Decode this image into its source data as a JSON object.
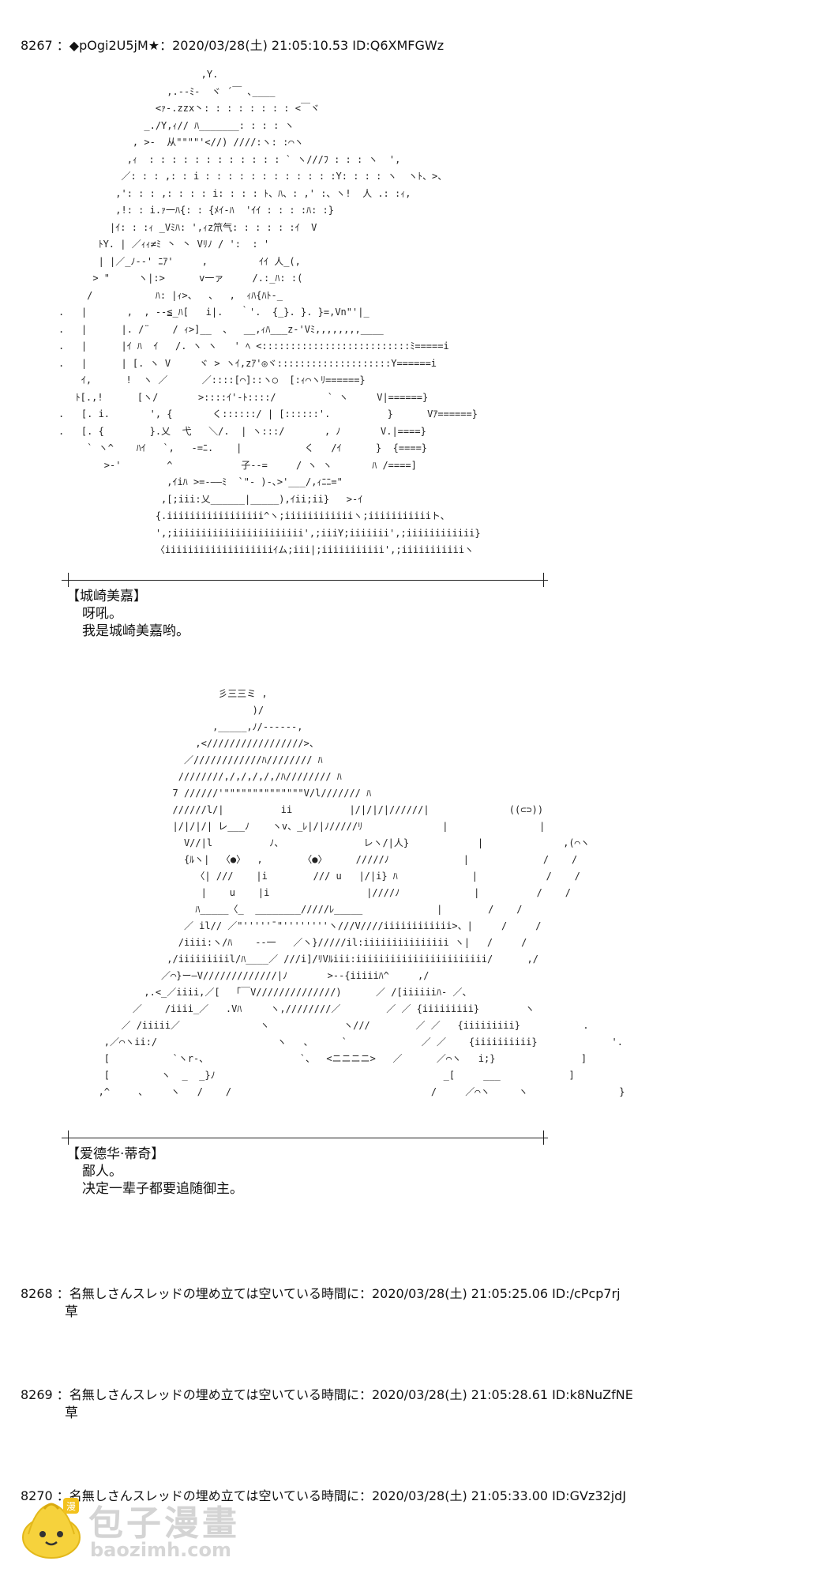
{
  "posts": [
    {
      "header": "8267 ：◆pOgi2U5jM★：2020/03/28(土) 21:05:10.53 ID:Q6XMFGWz",
      "art": [
        "                         ,Y.",
        "                   ,.--ﾐ-  ヾ ´￣ ､____",
        "                 <ｧ-.zzx丶: : : : : : : : <￣ヾ",
        "               _./Y,ｨ// ﾊ_______: : : : ヽ",
        "             , >-  从\"\"\"\"'<//) ////:ヽ: :⌒ヽ",
        "            ,ｨ  : : : : : : : : : : : : ` ヽ///ﾌ : : : ヽ  ',",
        "           ／: : : ,: : i : : : : : : : : : : : :Y: : : : ヽ  ヽﾄ、>、",
        "          ,': : : ,: : : : i: : : : ﾄ、ﾊ、: ,' :、ヽ!  人 .: :ｨ,",
        "          ,!: : i.ｧ一ﾊ{: : {ﾒｲ-ﾊ  'ｲｲ : : : :ﾊ: :}",
        "         |ｲ: : :ｨ _Vﾐﾊ: ',ｨz笊气: : : : : :ｲ  V",
        "       ﾄY. | ／ｨｨ≠ﾐ 丶 丶 Vﾘﾉ / ':  : '",
        "       | |／_ﾉ-‐' ﾆｱ'     ,         ｲｲ 人_(,",
        "      > \"     ヽ|:>      v一ァ     /.:_ﾊ: :(",
        "     /           ﾊ: |ｨ>、  、  ,  ｨﾊ{ﾊﾄ-_",
        ".   |       ,  , -‐≦_ﾊ[   i|.   ｀'.  {_}. }. }=,Vn\"'|_",
        ".   |      |. /¨    / ｨ>]__  、  __,ｨﾊ___z-'Vﾐ,,,,,,,,____",
        ".   |      |ｲ ﾊ  ｲ   /. ヽ ヽ   ' ﾍ <::::::::::::::::::::::::::ﾐ=====i",
        ".   |      | [. ヽ V     ヾ > ヽｲ,zｱ'◎ヾ::::::::::::::::::::Y======i",
        "    ｲ,      !  ヽ ／      ／::::[⌒]::ヽ○  [:ｨ⌒ヽﾘ======}",
        "   ﾄ[.,!      [ヽ/       >::::ｲ'-ﾄ::::/         ` ヽ     V|======}",
        ".   [. i.       ', {       く::::::/ | [::::::'.          }      Vｱ======}",
        ".   [. {        }.乂  弋   ＼/.  | ヽ:::/       , ﾉ       V.|====}",
        "     ` ヽ^    ﾊｲ   `,   -=ﾆ.    |           く   /ｲ      }  {====}",
        "        >-'        ^            子-‐=     / ヽ ヽ       ﾊ /====]",
        "                   ,ｲiﾊ >=‐――ﾐ  `\"‐ )-､>'___/,ｨﾆﾆ=\"",
        "                  ,[;iii:乂______|_____),ｲii;ii}   >-ｲ",
        "                 {.iiiiiiiiiiiiiiiii^ヽ;iiiiiiiiiiiiヽ;iiiiiiiiiiiト、",
        "                 ',;iiiiiiiiiiiiiiiiiiiiiii',;iiiY;iiiiiii',;iiiiiiiiiiii}",
        "                 〈iiiiiiiiiiiiiiiiiiiｲム;iii|;iiiiiiiiiii',;iiiiiiiiiiiヽ"
      ],
      "caption_name": "【城崎美嘉】",
      "caption_lines": [
        "呀吼。",
        "我是城崎美嘉哟。"
      ]
    },
    {
      "art": [
        "                            彡三三ミ ,",
        "                                  )/",
        "                           ,_____,ﾉ/‐-----,",
        "                        ,</////////////////>、",
        "                      ／////////////ﾊ//////// ﾊ",
        "                     ////////,/,/,/,/,/ﾊ//////// ﾊ",
        "                    7 //////'\"\"\"\"\"\"\"\"\"\"\"\"\"\"V/l/////// ﾊ",
        "                    //////l/|          ii          |/|/|/|//////|              ((⊂⊃))",
        "                    |/|/|/| レ___ﾉ    ヽv、_ﾚ|/|ﾉ/////ﾘ              |                |",
        "                      V//|l          ﾉ、              レヽ/|人}            |              ,(⌒ヽ",
        "                      {ﾙヽ|  〈●〉  ,       〈●〉     /////ﾉ             |             /    /",
        "                        〈| ///    |i        /// u   |/|i} ﾊ             |            /    /",
        "                         |    u    |i                 |////ﾉ             |          /    /",
        "                        ﾊ_____〈_  ________/////ﾚ_____             |        /    /",
        "                      ／ il// ／\"'''''¯\"''''''''ヽ///V////iiiiiiiiiiii>、|     /     /",
        "                     /iiii:ヽ/ﾊ    ‐-一   ／ヽ}/////il:iiiiiiiiiiiiiii ヽ|   /     /",
        "                   ,/iiiiiiiiil/ﾊ____／ ///i]/ﾘVﾙiii:iiiiiiiiiiiiiiiiiiiiiii/      ,/",
        "                  ／⌒}ー―V/////////////|ﾉ       >‐-{iiiiiﾊ^     ,/",
        "               ,.<_／iiii,／[  「￣V//////////////)      ／ /[iiiiiiﾊ‐ ／、",
        "             ／    /iiii_／   .Vﾊ     ヽ,////////／        ／ ／ {iiiiiiiii}        ヽ",
        "           ／ /iiiii／              ヽ             ヽ///        ／ ／   {iiiiiiiii}           .",
        "        ,／⌒ヽii:/                     ヽ   、     `             ／ ／    {iiiiiiiiii}             '.",
        "        [           `ヽr‐、                `、  <ニニニニ>   ／      ／⌒ヽ   i;}               ]",
        "        [         ヽ  _  _}ﾉ                                        _[     ___            ]",
        "       ,^     、    ヽ   /    /                                   /     ／⌒ヽ     ヽ                }"
      ],
      "caption_name": "【爱德华·蒂奇】",
      "caption_lines": [
        "鄙人。",
        "决定一辈子都要追随御主。"
      ]
    },
    {
      "header": "8268 ：名無しさんスレッドの埋め立ては空いている時間に：2020/03/28(土) 21:05:25.06 ID:/cPcp7rj",
      "body": "草"
    },
    {
      "header": "8269 ：名無しさんスレッドの埋め立ては空いている時間に：2020/03/28(土) 21:05:28.61 ID:k8NuZfNE",
      "body": "草"
    },
    {
      "header": "8270 ：名無しさんスレッドの埋め立ては空いている時間に：2020/03/28(土) 21:05:33.00 ID:GVz32jdJ"
    }
  ],
  "watermark": {
    "name": "包子漫畫",
    "url": "baozimh.com",
    "badge": "漫"
  }
}
